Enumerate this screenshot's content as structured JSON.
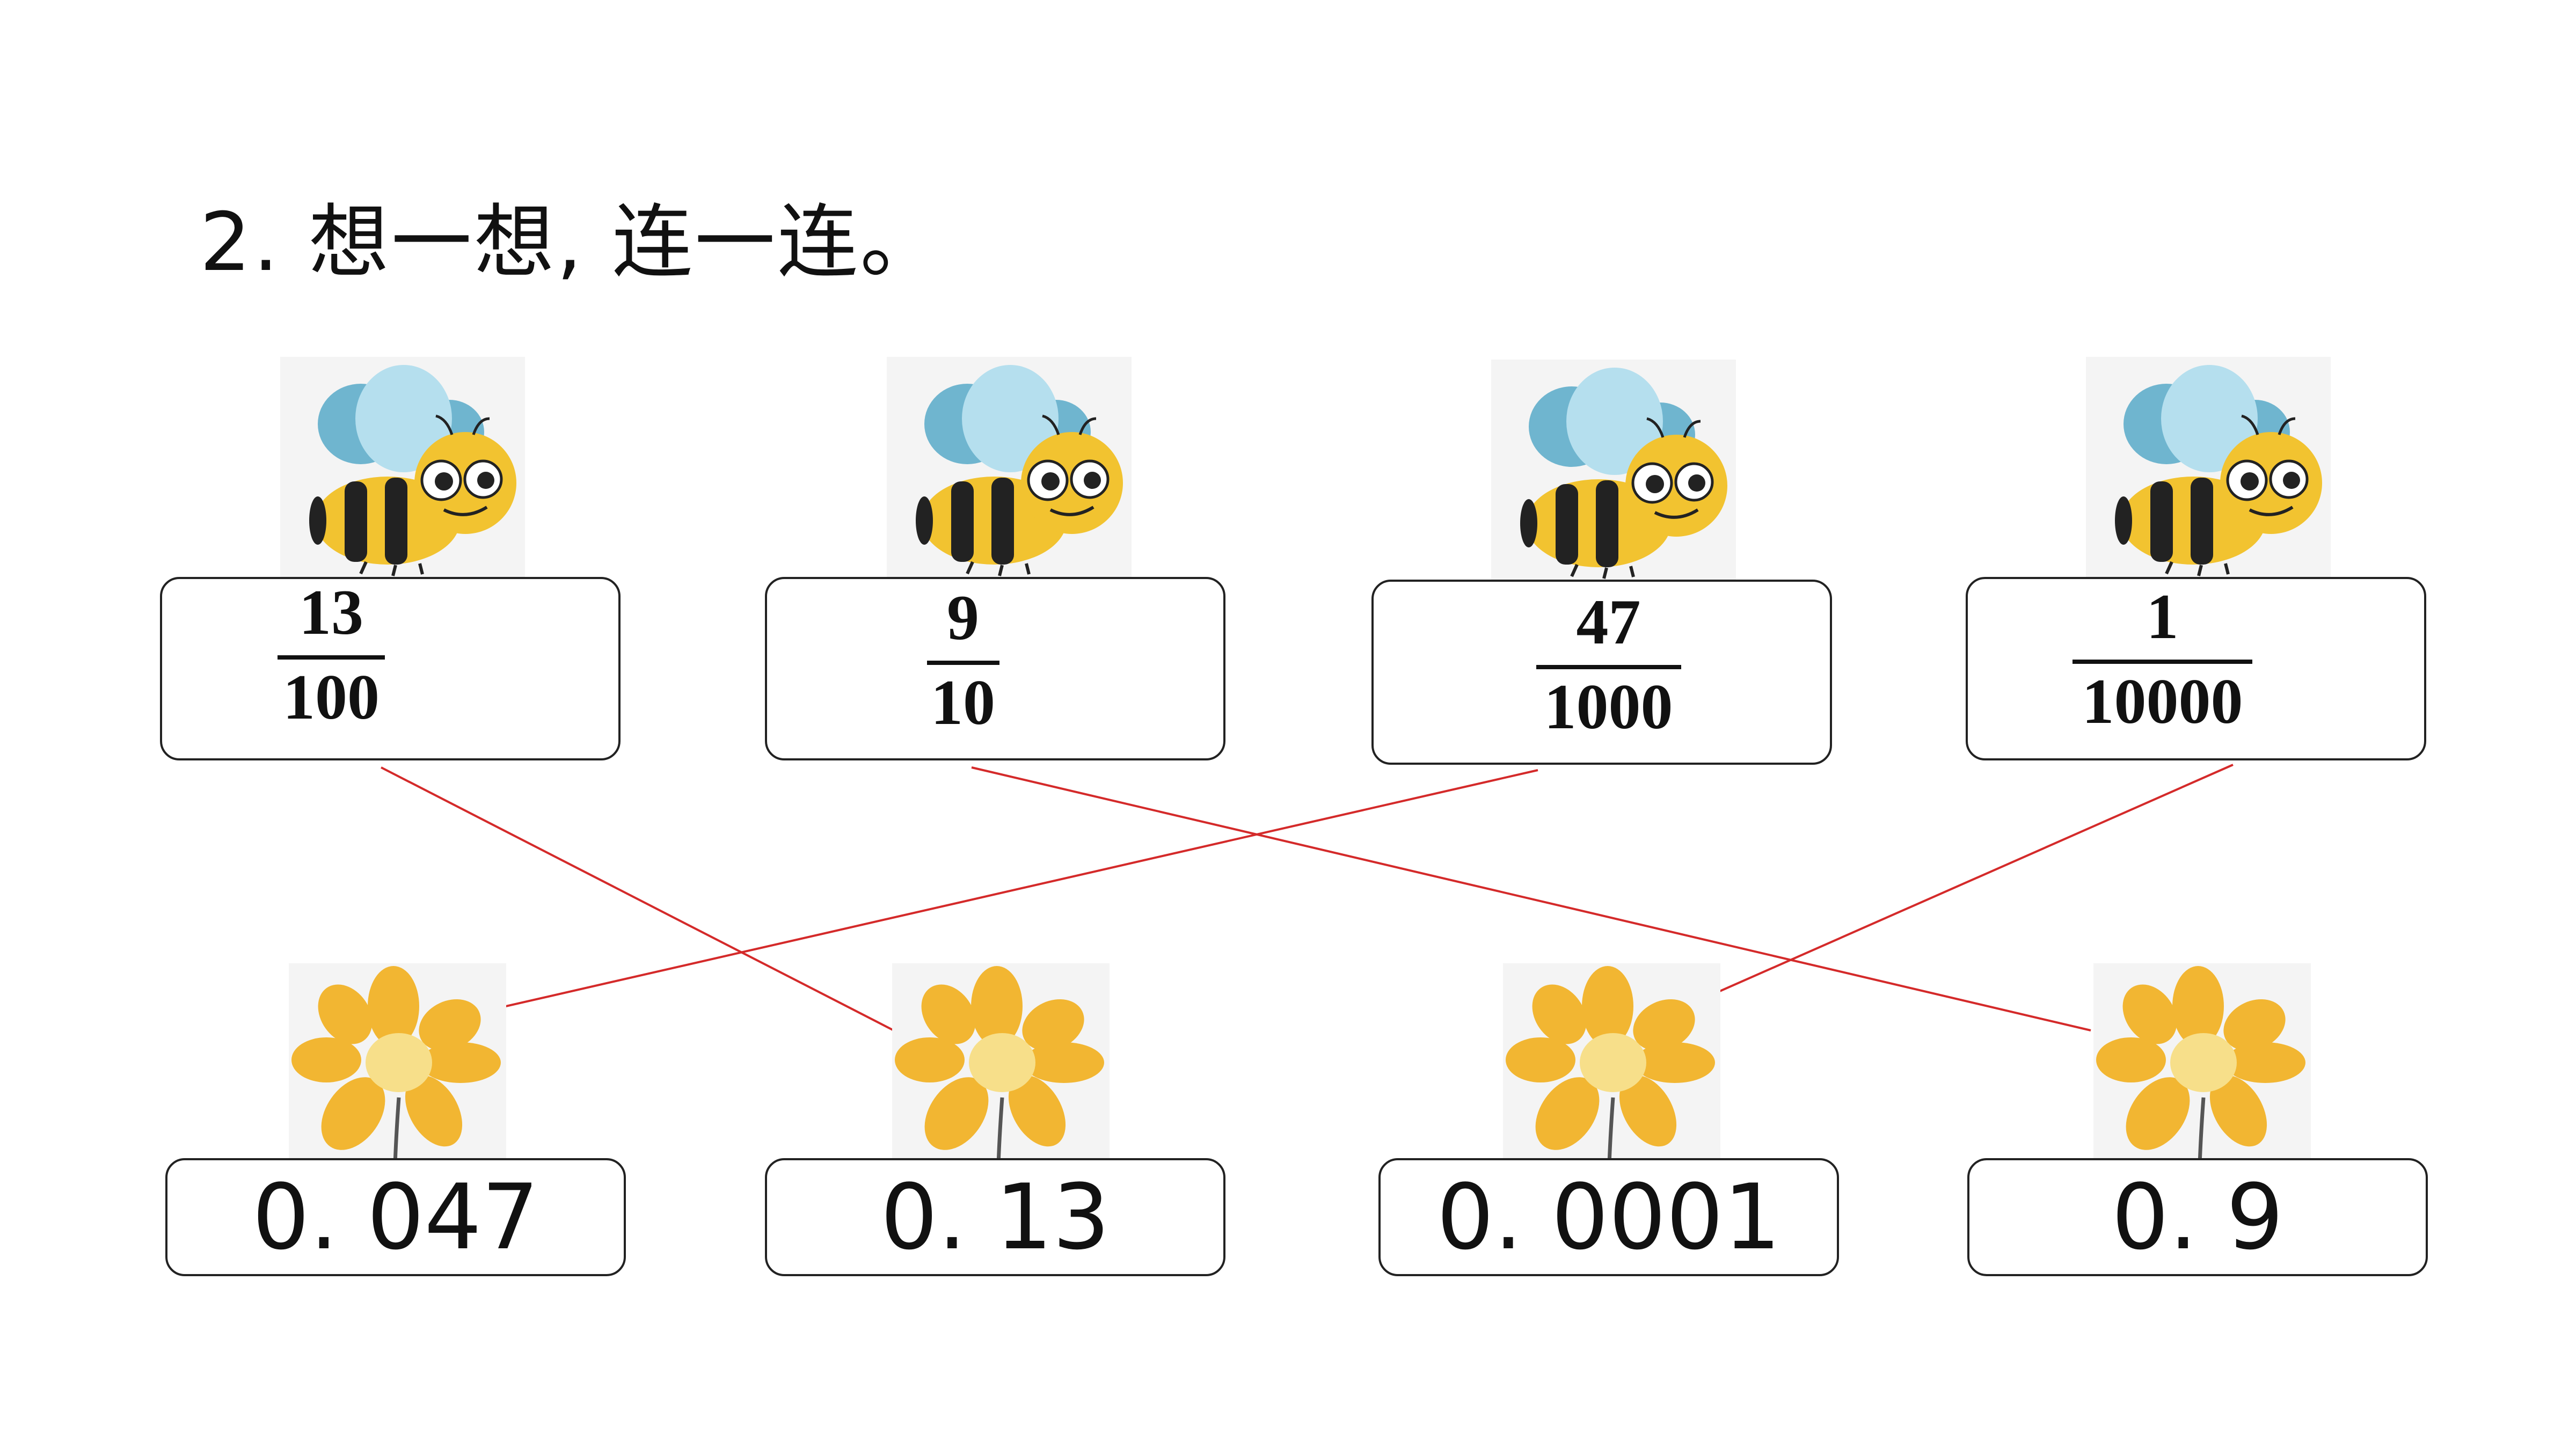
{
  "title": "2. 想一想, 连一连。",
  "fractions": [
    {
      "numerator": "13",
      "denominator": "100"
    },
    {
      "numerator": "9",
      "denominator": "10"
    },
    {
      "numerator": "47",
      "denominator": "1000"
    },
    {
      "numerator": "1",
      "denominator": "10000"
    }
  ],
  "decimals": [
    "0. 047",
    "0. 13",
    "0. 0001",
    "0. 9"
  ],
  "line_color": "#d42a2a",
  "icons": {
    "top": "bee-icon",
    "bottom": "flower-icon"
  }
}
